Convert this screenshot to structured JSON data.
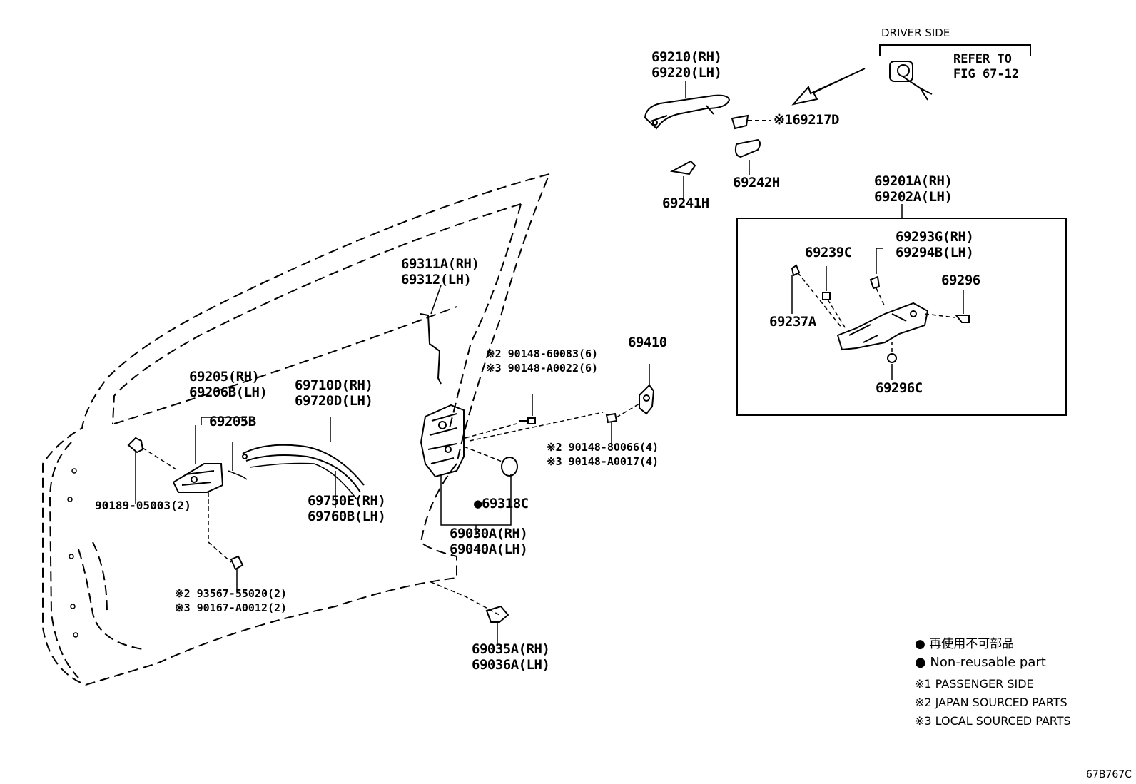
{
  "colors": {
    "ink": "#000000",
    "background": "#ffffff"
  },
  "driver_side": {
    "header": "DRIVER SIDE",
    "refer_1": "REFER TO",
    "refer_2": "FIG 67-12"
  },
  "parts": {
    "p69210": "69210(RH)",
    "p69220": "69220(LH)",
    "p69217d": "※169217D",
    "p69241h": "69241H",
    "p69242h": "69242H",
    "p69201a": "69201A(RH)",
    "p69202a": "69202A(LH)",
    "p69239c": "69239C",
    "p69293g": "69293G(RH)",
    "p69294b": "69294B(LH)",
    "p69296": "69296",
    "p69237a": "69237A",
    "p69296c": "69296C",
    "p69311a": "69311A(RH)",
    "p69312": "69312(LH)",
    "p69410": "69410",
    "p90148_60083": "※2 90148-60083(6)",
    "p90148_a0022": "※3 90148-A0022(6)",
    "p90148_80066": "※2 90148-80066(4)",
    "p90148_a0017": "※3 90148-A0017(4)",
    "p69205": "69205(RH)",
    "p69206b": "69206B(LH)",
    "p69205b": "69205B",
    "p69710d": "69710D(RH)",
    "p69720d": "69720D(LH)",
    "p90189": "90189-05003(2)",
    "p69750e": "69750E(RH)",
    "p69760b": "69760B(LH)",
    "p69318c": "●69318C",
    "p69030a": "69030A(RH)",
    "p69040a": "69040A(LH)",
    "p93567": "※2 93567-55020(2)",
    "p90167": "※3 90167-A0012(2)",
    "p69035a": "69035A(RH)",
    "p69036a": "69036A(LH)"
  },
  "legend": {
    "l1": "● 再使用不可部品",
    "l2": "● Non-reusable part",
    "l3": "※1 PASSENGER SIDE",
    "l4": "※2 JAPAN SOURCED PARTS",
    "l5": "※3 LOCAL SOURCED PARTS"
  },
  "figure_id": "67B767C"
}
